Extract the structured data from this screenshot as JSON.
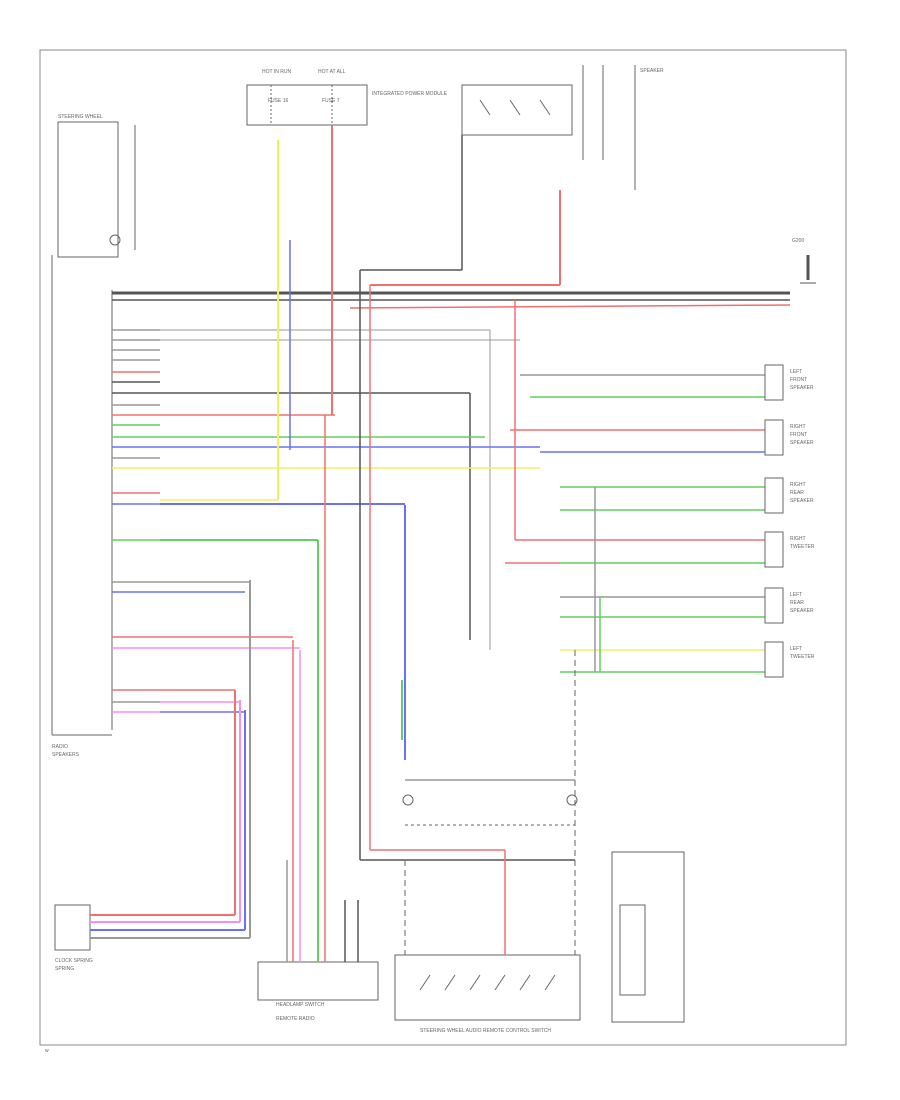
{
  "colors": {
    "black": "#555555",
    "gray": "#999999",
    "red": "#f07070",
    "blue": "#6a72f0",
    "green": "#60d060",
    "yellow": "#f0f060",
    "pink": "#f090f0",
    "violet": "#b060f0",
    "orange": "#f0b050",
    "ltgreen": "#90f090"
  },
  "labels": {
    "top_fuse_a": "HOT IN RUN",
    "top_fuse_b": "HOT AT ALL",
    "fuse_a": "FUSE 16",
    "fuse_b": "FUSE 7",
    "fuse_block": "INTEGRATED POWER MODULE",
    "left_switch": "STEERING WHEEL",
    "radio": "RADIO",
    "radio_sub": "SPEAKERS",
    "left_bottom_comp": "CLOCK SPRING",
    "left_bottom_sub": "SPRING",
    "center_bottom": "HEADLAMP SWITCH",
    "center_bottom_sub": "REMOTE RADIO",
    "bottom_right_label": "STEERING WHEEL AUDIO REMOTE CONTROL SWITCH",
    "right_top": "SPEAKER",
    "ground": "G200",
    "speakers": [
      {
        "l1": "LEFT",
        "l2": "FRONT",
        "l3": "SPEAKER"
      },
      {
        "l1": "RIGHT",
        "l2": "FRONT",
        "l3": "SPEAKER"
      },
      {
        "l1": "RIGHT",
        "l2": "REAR",
        "l3": "SPEAKER"
      },
      {
        "l1": "RIGHT",
        "l2": "TWEETER",
        "l3": ""
      },
      {
        "l1": "LEFT",
        "l2": "REAR",
        "l3": "SPEAKER"
      },
      {
        "l1": "LEFT",
        "l2": "TWEETER",
        "l3": ""
      }
    ],
    "footer": "w"
  }
}
